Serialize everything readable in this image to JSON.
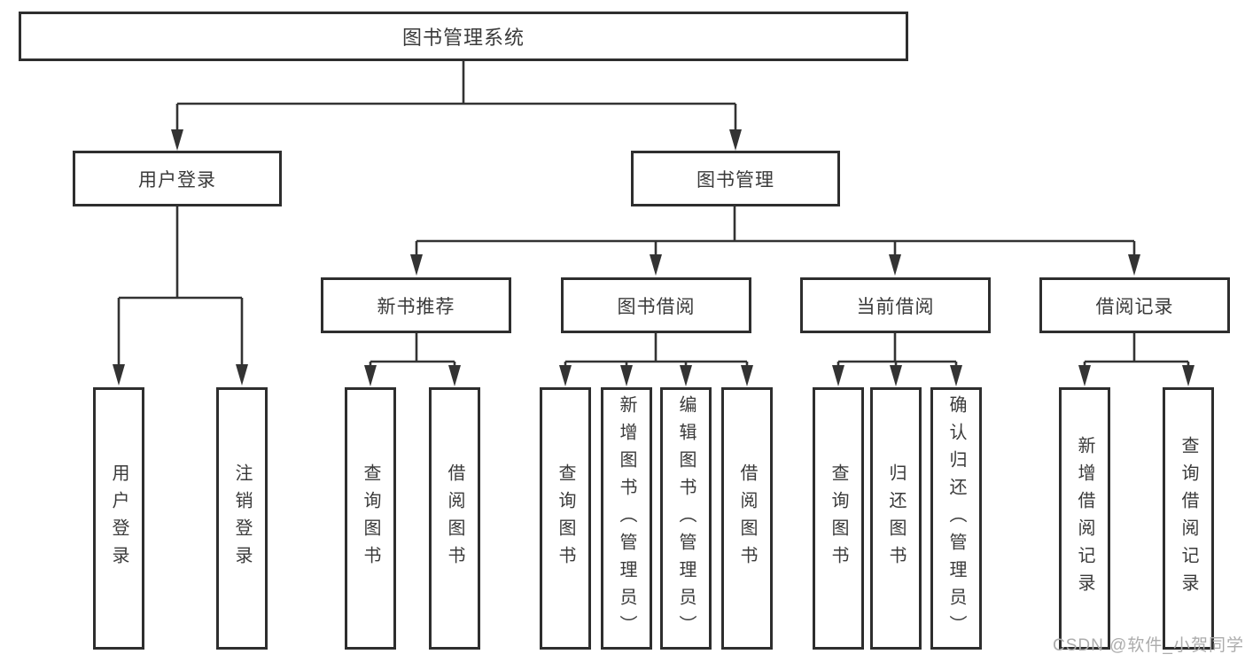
{
  "nodes": {
    "root": {
      "label": "图书管理系统"
    },
    "level2": [
      {
        "label": "用户登录"
      },
      {
        "label": "图书管理"
      }
    ],
    "level3": [
      {
        "label": "新书推荐"
      },
      {
        "label": "图书借阅"
      },
      {
        "label": "当前借阅"
      },
      {
        "label": "借阅记录"
      }
    ],
    "leaves": [
      {
        "label": "用户登录"
      },
      {
        "label": "注销登录"
      },
      {
        "label": "查询图书"
      },
      {
        "label": "借阅图书"
      },
      {
        "label": "查询图书"
      },
      {
        "label": "新增图书（管理员）"
      },
      {
        "label": "编辑图书（管理员）"
      },
      {
        "label": "借阅图书"
      },
      {
        "label": "查询图书"
      },
      {
        "label": "归还图书"
      },
      {
        "label": "确认归还（管理员）"
      },
      {
        "label": "新增借阅记录"
      },
      {
        "label": "查询借阅记录"
      }
    ]
  },
  "watermark": "CSDN @软件_小贺同学",
  "colors": {
    "line": "#333333",
    "box_border": "#2e2e2e",
    "text": "#3a3a3a",
    "watermark": "#acacac",
    "background": "#ffffff"
  }
}
